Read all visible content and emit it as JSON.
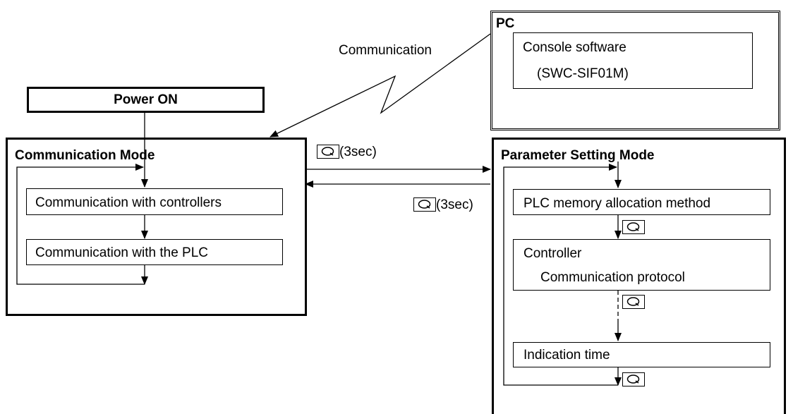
{
  "pc": {
    "title": "PC",
    "software_line1": "Console software",
    "software_line2": "(SWC-SIF01M)"
  },
  "communication_label": "Communication",
  "power_on": "Power ON",
  "communication_mode": {
    "title": "Communication Mode",
    "step1": "Communication with controllers",
    "step2": "Communication with the PLC"
  },
  "transitions": {
    "to_parameter": "(3sec)",
    "to_communication": "(3sec)"
  },
  "parameter_mode": {
    "title": "Parameter Setting Mode",
    "step1": "PLC memory allocation method",
    "step2_line1": "Controller",
    "step2_line2": "Communication protocol",
    "step3": "Indication time"
  },
  "icons": {
    "key": "rotate-key-icon"
  }
}
